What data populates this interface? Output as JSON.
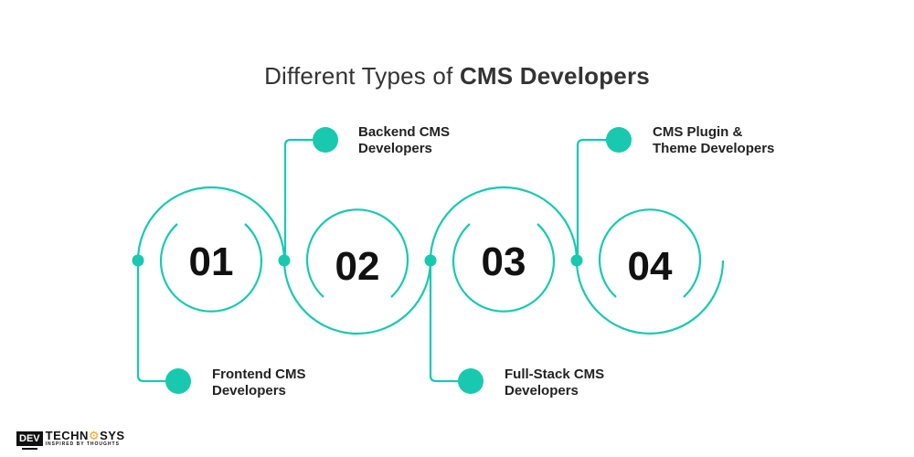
{
  "title": {
    "regular": "Different Types of ",
    "bold": "CMS Developers"
  },
  "colors": {
    "accent": "#18c9b0",
    "text": "#222222",
    "title": "#333333"
  },
  "steps": [
    {
      "number": "01",
      "label_line1": "Frontend CMS",
      "label_line2": "Developers"
    },
    {
      "number": "02",
      "label_line1": "Backend CMS",
      "label_line2": "Developers"
    },
    {
      "number": "03",
      "label_line1": "Full-Stack CMS",
      "label_line2": "Developers"
    },
    {
      "number": "04",
      "label_line1": "CMS Plugin &",
      "label_line2": "Theme Developers"
    }
  ],
  "logo": {
    "mark": "DEV",
    "name_part1": "TECHN",
    "name_o": "⚙",
    "name_part2": "SYS",
    "tagline": "INSPIRED BY THOUGHTS"
  }
}
